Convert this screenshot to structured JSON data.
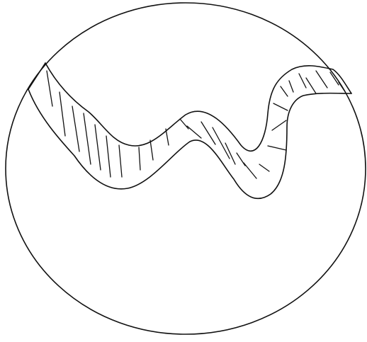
{
  "figure": {
    "background_color": "#ffffff",
    "line_color": "#111111",
    "shapes": [
      "circular-boundary",
      "wavy-band",
      "hatching"
    ]
  }
}
